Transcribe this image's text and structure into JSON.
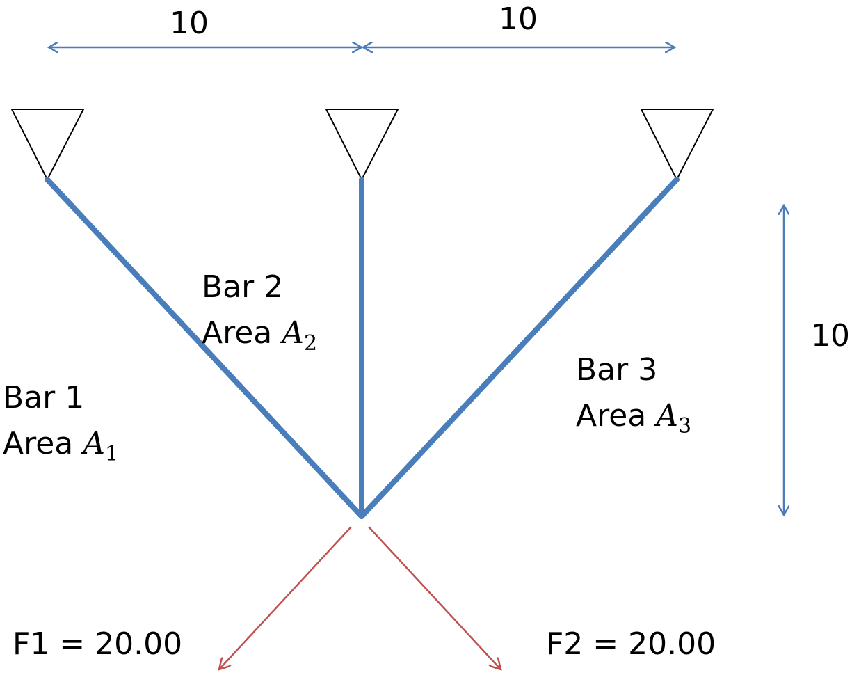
{
  "colors": {
    "bar": "#4a7ebb",
    "dimension": "#4a7ebb",
    "force": "#c0504d",
    "support": "#000000"
  },
  "dimensions": {
    "top_left": "10",
    "top_right": "10",
    "height": "10"
  },
  "supports": [
    {
      "name": "support-left",
      "icon": "triangle-support-icon"
    },
    {
      "name": "support-middle",
      "icon": "triangle-support-icon"
    },
    {
      "name": "support-right",
      "icon": "triangle-support-icon"
    }
  ],
  "bars": [
    {
      "label": "Bar 1",
      "area_prefix": "Area",
      "area_symbol": "A",
      "area_index": "1"
    },
    {
      "label": "Bar 2",
      "area_prefix": "Area",
      "area_symbol": "A",
      "area_index": "2"
    },
    {
      "label": "Bar 3",
      "area_prefix": "Area",
      "area_symbol": "A",
      "area_index": "3"
    }
  ],
  "forces": [
    {
      "label": "F1 = 20.00"
    },
    {
      "label": "F2 = 20.00"
    }
  ]
}
